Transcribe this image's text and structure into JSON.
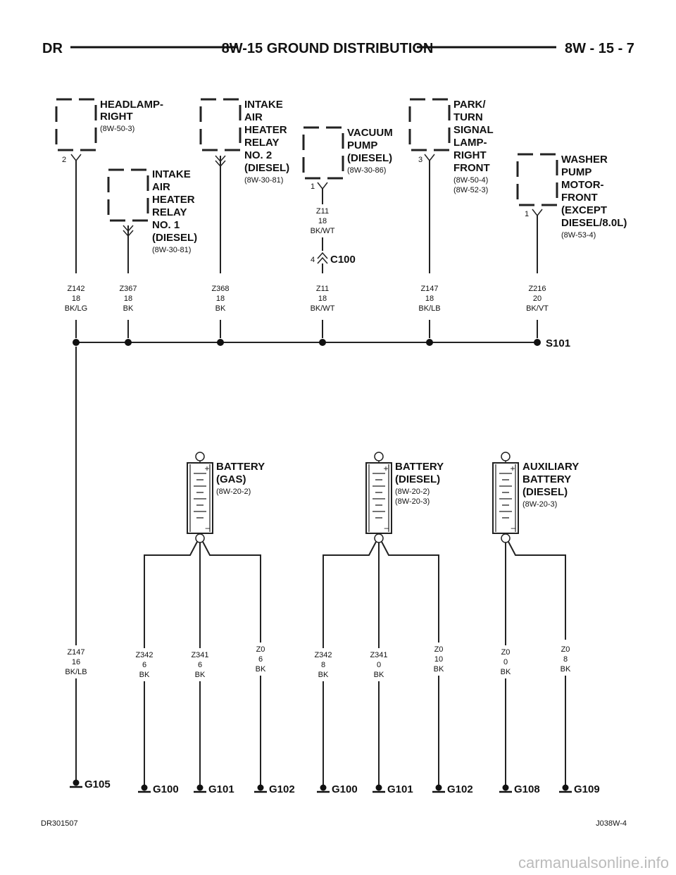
{
  "header": {
    "left": "DR",
    "title": "8W-15 GROUND DISTRIBUTION",
    "right": "8W - 15 - 7"
  },
  "components": {
    "headlamp": {
      "lines": [
        "HEADLAMP-",
        "RIGHT"
      ],
      "ref": "(8W-50-3)",
      "pin": "2"
    },
    "relay1": {
      "lines": [
        "INTAKE",
        "AIR",
        "HEATER",
        "RELAY",
        "NO. 1",
        "(DIESEL)"
      ],
      "ref": "(8W-30-81)"
    },
    "relay2": {
      "lines": [
        "INTAKE",
        "AIR",
        "HEATER",
        "RELAY",
        "NO. 2",
        "(DIESEL)"
      ],
      "ref": "(8W-30-81)"
    },
    "vacuum": {
      "lines": [
        "VACUUM",
        "PUMP",
        "(DIESEL)"
      ],
      "ref": "(8W-30-86)",
      "pin": "1"
    },
    "park": {
      "lines": [
        "PARK/",
        "TURN",
        "SIGNAL",
        "LAMP-",
        "RIGHT",
        "FRONT"
      ],
      "ref1": "(8W-50-4)",
      "ref2": "(8W-52-3)",
      "pin": "3"
    },
    "washer": {
      "lines": [
        "WASHER",
        "PUMP",
        "MOTOR-",
        "FRONT",
        "(EXCEPT",
        "DIESEL/8.0L)"
      ],
      "ref": "(8W-53-4)",
      "pin": "1"
    }
  },
  "vacuum_wire": [
    "Z11",
    "18",
    "BK/WT"
  ],
  "connector": {
    "pin": "4",
    "name": "C100"
  },
  "upper_wires": [
    [
      "Z142",
      "18",
      "BK/LG"
    ],
    [
      "Z367",
      "18",
      "BK"
    ],
    [
      "Z368",
      "18",
      "BK"
    ],
    [
      "Z11",
      "18",
      "BK/WT"
    ],
    [
      "Z147",
      "18",
      "BK/LB"
    ],
    [
      "Z216",
      "20",
      "BK/VT"
    ]
  ],
  "splice": "S101",
  "batteries": {
    "gas": {
      "lines": [
        "BATTERY",
        "(GAS)"
      ],
      "refs": [
        "(8W-20-2)"
      ]
    },
    "diesel": {
      "lines": [
        "BATTERY",
        "(DIESEL)"
      ],
      "refs": [
        "(8W-20-2)",
        "(8W-20-3)"
      ]
    },
    "aux": {
      "lines": [
        "AUXILIARY",
        "BATTERY",
        "(DIESEL)"
      ],
      "refs": [
        "(8W-20-3)"
      ]
    }
  },
  "battery_symbols": {
    "plus": "+",
    "minus": "–"
  },
  "lower_wires": [
    [
      "Z147",
      "16",
      "BK/LB"
    ],
    [
      "Z342",
      "6",
      "BK"
    ],
    [
      "Z341",
      "6",
      "BK"
    ],
    [
      "Z0",
      "6",
      "BK"
    ],
    [
      "Z342",
      "8",
      "BK"
    ],
    [
      "Z341",
      "0",
      "BK"
    ],
    [
      "Z0",
      "10",
      "BK"
    ],
    [
      "Z0",
      "0",
      "BK"
    ],
    [
      "Z0",
      "8",
      "BK"
    ]
  ],
  "grounds": [
    "G105",
    "G100",
    "G101",
    "G102",
    "G100",
    "G101",
    "G102",
    "G108",
    "G109"
  ],
  "footer": {
    "left": "DR301507",
    "right": "J038W-4"
  },
  "watermark": "carmanualsonline.info"
}
